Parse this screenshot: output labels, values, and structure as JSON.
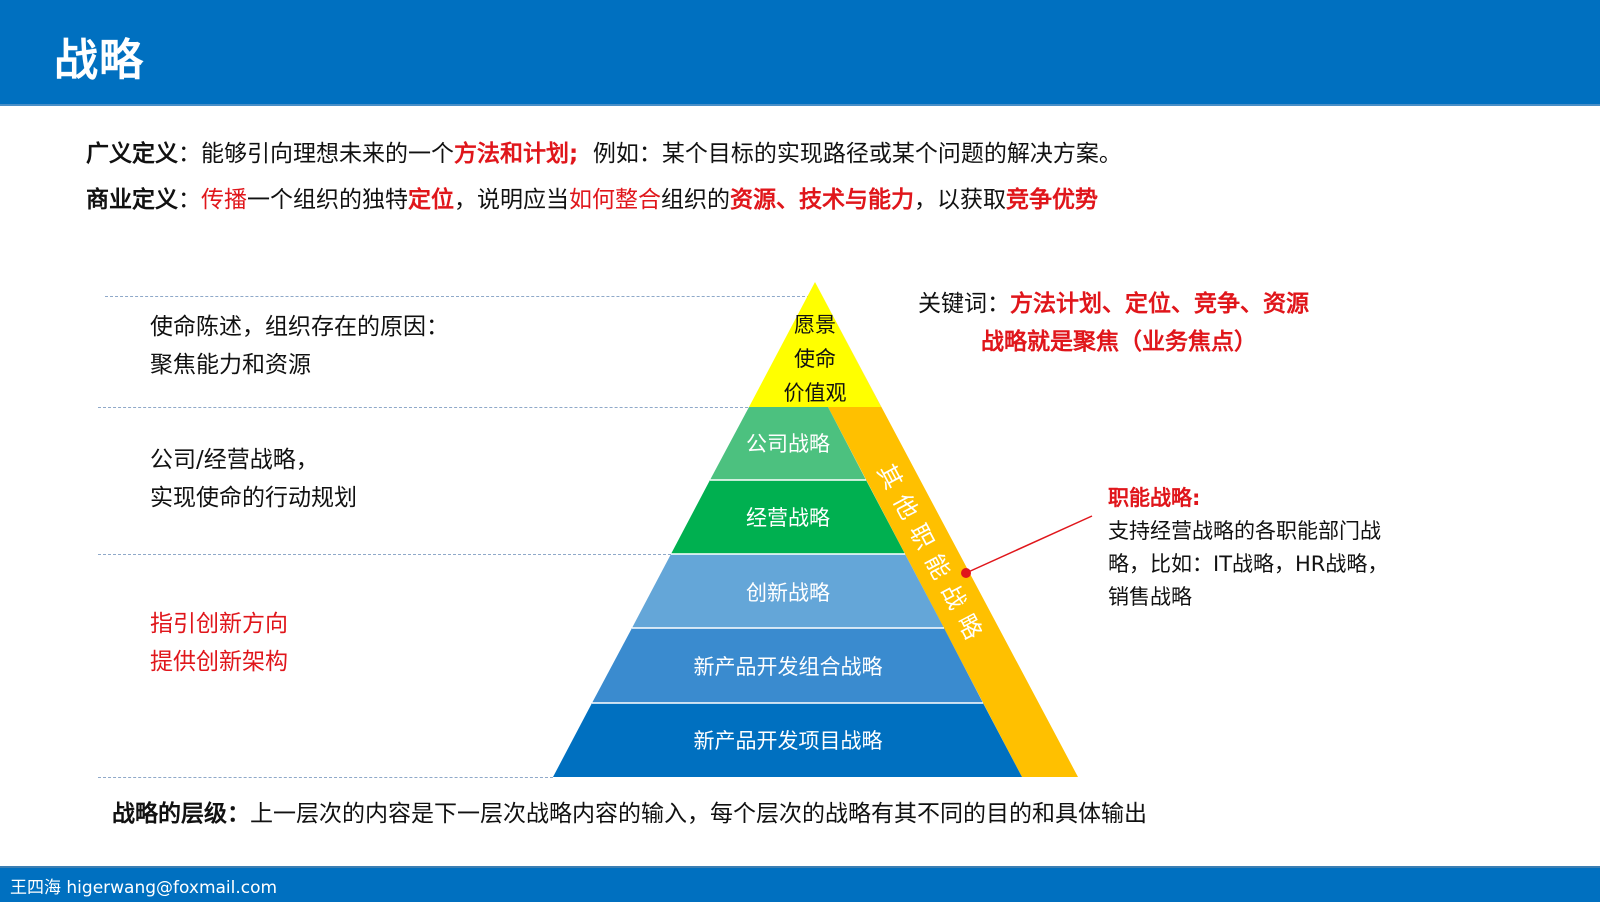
{
  "header": {
    "title": "战略",
    "bg_color": "#0070c0"
  },
  "definitions": {
    "broad": {
      "label": "广义定义",
      "colon": "：",
      "text1": "能够引向理想未来的一个",
      "highlight1": "方法和计划;",
      "text2": "  例如：某个目标的实现路径或某个问题的解决方案。"
    },
    "business": {
      "label": "商业定义",
      "colon": "：",
      "seg1_red": "传播",
      "seg2": "一个组织的独特",
      "seg3_redb": "定位",
      "seg4": "，说明应当",
      "seg5_red": "如何整合",
      "seg6": "组织的",
      "seg7_redb": "资源、技术与能力",
      "seg8": "，以获取",
      "seg9_redb": "竞争优势"
    }
  },
  "left_notes": [
    {
      "line1": "使命陈述，组织存在的原因：",
      "line2": "聚焦能力和资源",
      "color": "#111111"
    },
    {
      "line1": "公司/经营战略，",
      "line2": "实现使命的行动规划",
      "color": "#111111"
    },
    {
      "line1": "指引创新方向",
      "line2": "提供创新架构",
      "color": "#e0161b"
    }
  ],
  "pyramid": {
    "apex": {
      "lines": [
        "愿景",
        "使命",
        "价值观"
      ],
      "color": "#ffff00"
    },
    "tiers": [
      {
        "label": "公司战略",
        "color": "#4cc17f"
      },
      {
        "label": "经营战略",
        "color": "#00b050"
      },
      {
        "label": "创新战略",
        "color": "#64a6d8"
      },
      {
        "label": "新产品开发组合战略",
        "color": "#3a8bcf"
      },
      {
        "label": "新产品开发项目战略",
        "color": "#0070c0"
      }
    ],
    "side_band": {
      "label": "其他职能战略",
      "color": "#ffc000"
    }
  },
  "keywords": {
    "prefix": "关键词：",
    "terms": "方法计划、定位、竞争、资源",
    "line2": "战略就是聚焦（业务焦点）"
  },
  "functional": {
    "title": "职能战略:",
    "line1": "支持经营战略的各职能部门战",
    "line2": "略，比如：IT战略，HR战略，",
    "line3": "销售战略",
    "pointer_color": "#e0161b"
  },
  "bottom_note": {
    "label": "战略的层级",
    "colon": "：",
    "text": "上一层次的内容是下一层次战略内容的输入，每个层次的战略有其不同的目的和具体输出"
  },
  "footer": {
    "text": "王四海 higerwang@foxmail.com"
  }
}
